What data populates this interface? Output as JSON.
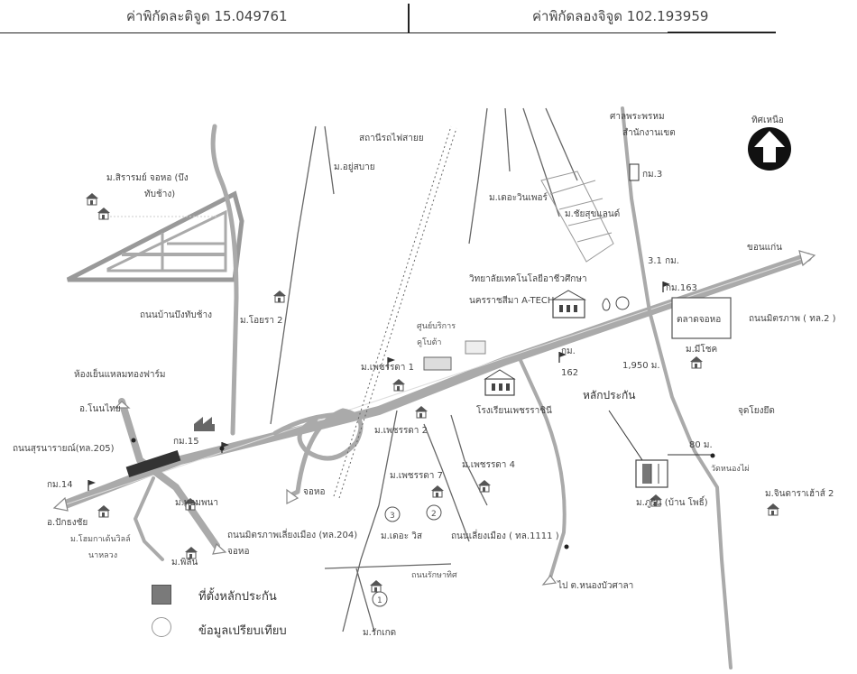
{
  "header": {
    "latitude_label": "ค่าพิกัดละติจูด 15.049761",
    "longitude_label": "ค่าพิกัดลองจิจูด 102.193959"
  },
  "map": {
    "compass": "ทิศเหนือ",
    "places": {
      "sirarom": "ม.สิรารมย์ จอหอ (บึง",
      "sirarom2": "ทับช้าง)",
      "sakon_phayap": "สถานีรถไฟสายย",
      "ruksabai": "ม.อยู่สบาย",
      "khonkaen_road": "ถนนบ้านบึงทับช้าง",
      "oyra2": "ม.โอยรา 2",
      "km3": "กม.3",
      "dawin": "ม.เดอะวินเพอร์",
      "chuchai": "ม.ชัยสุขแลนด์",
      "sanmahaprom": "ศาลพระพรหม",
      "office": "สำนักงานเขต",
      "khonkaen": "ขอนแก่น",
      "distance31": "3.1 กม.",
      "km163": "กม.163",
      "mittraphap2": "ถนนมิตรภาพ ( ทล.2 )",
      "college": "วิทยาลัยเทคโนโลยีอาชีวศึกษา",
      "college2": "นครราชสีมา A-TECH",
      "market": "ตลาดจอหอ",
      "meeyok": "ม.มีโชค",
      "km162": "กม.",
      "km162b": "162",
      "dist1950": "1,950 ม.",
      "benchmark": "หลักประกัน",
      "jodyuad": "จุดโยงยึด",
      "dist80": "80 ม.",
      "watnongwa": "วัดหนองไผ่",
      "wongsawat": "ม.จินดาราเฮ้าส์ 2",
      "surin": "ม.ภูริน (บ้าน โพธิ์)",
      "nong_bua": "ไป ต.หนองบัวศาลา",
      "school": "โรงเรียนเพชรราชินี",
      "phetcharat1": "ม.เพชรรดา 1",
      "phetcharat2": "ม.เพชรรดา 2",
      "phetcharat7": "ม.เพชรรดา 7",
      "phetcharat4": "ม.เพชรรดา 4",
      "kubota": "ศูนย์บริการ",
      "kubota2": "คูโบต้า",
      "phetsiri": "ม.เดอะ วิส",
      "lianmueang": "ถนนเลี่ยงเมือง ( ทล.1111 )",
      "raksathit": "ถนนรักษาทิศ",
      "rakkhet": "ม.รักเกด",
      "mittraphap204": "ถนนมิตรภาพเลี่ยงเมือง (ทล.204)",
      "johor": "จอหอ",
      "johor2": "จอหอ",
      "km15": "กม.15",
      "nongwai": "ห้องเย็นแหลมทองฟาร์ม",
      "nonthai": "อ.โนนไทย",
      "suranarai": "ถนนสุรนารายณ์(ทล.205)",
      "km14": "กม.14",
      "pakthongchai": "อ.ปักธงชัย",
      "mahomenana": "ม.หอมพนา",
      "kathong": "ม.โฮมกาเด้นวิลล์",
      "nakhon": "นาหลวง",
      "phetlin": "ม.พิลิน",
      "n1": "1",
      "n2": "2",
      "n3": "3"
    }
  },
  "legend": {
    "benchmark_label": "ที่ตั้งหลักประกัน",
    "comparison_label": "ข้อมูลเปรียบเทียบ"
  }
}
